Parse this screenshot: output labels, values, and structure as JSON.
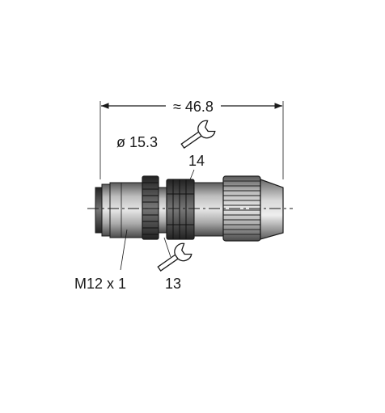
{
  "dimensions": {
    "overall_length": "≈ 46.8",
    "diameter": "ø 15.3",
    "wrench_size_upper": "14",
    "wrench_size_lower": "13",
    "thread": "M12 x 1"
  },
  "icons": {
    "upper_wrench": "wrench-icon",
    "lower_wrench": "wrench-icon"
  },
  "colors": {
    "body_dark": "#555555",
    "body_mid": "#9a9a9a",
    "body_light": "#d0d0d0",
    "line": "#1a1a1a"
  }
}
